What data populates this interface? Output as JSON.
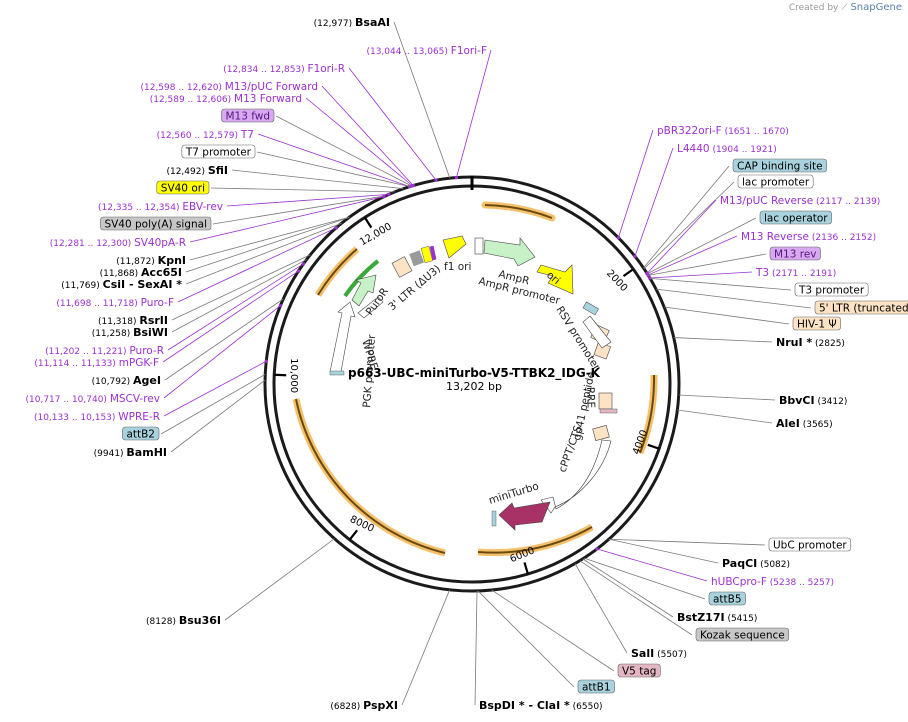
{
  "app": {
    "credit_prefix": "Created by",
    "credit_brand": "SnapGene"
  },
  "plasmid": {
    "name": "p663-UBC-miniTurbo-V5-TTBK2_IDG-K",
    "length_label": "13,202 bp",
    "length": 13202
  },
  "ticks": [
    {
      "label": "2000",
      "pos": 2000
    },
    {
      "label": "4000",
      "pos": 4000
    },
    {
      "label": "6000",
      "pos": 6000
    },
    {
      "label": "8000",
      "pos": 8000
    },
    {
      "label": "10,000",
      "pos": 10000
    },
    {
      "label": "12,000",
      "pos": 12000
    }
  ],
  "colors": {
    "primer": "#9b30d0",
    "enzyme": "#000000",
    "feature_gray": "#c7c7c7",
    "feature_yellow": "#ffff00",
    "feature_orange": "#fde3c5",
    "feature_purple": "#d6a9f0",
    "feature_teal": "#a8d2dd",
    "feature_pink": "#e2b6c3",
    "orf_orange": "#f0a020",
    "green": "#c7f2c7",
    "maroon": "#a83265"
  },
  "labels": [
    {
      "pos": 12977,
      "coords": "(12,977)",
      "name": "BsaAI",
      "type": "enzyme"
    },
    {
      "pos": 13044,
      "coords": "(13,044 .. 13,065)",
      "name": "F1ori-F",
      "type": "primer"
    },
    {
      "pos": 12834,
      "coords": "(12,834 .. 12,853)",
      "name": "F1ori-R",
      "type": "primer"
    },
    {
      "pos": 12598,
      "coords": "(12,598 .. 12,620)",
      "name": "M13/pUC Forward",
      "type": "primer"
    },
    {
      "pos": 12589,
      "coords": "(12,589 .. 12,606)",
      "name": "M13 Forward",
      "type": "primer"
    },
    {
      "pos": 12580,
      "coords": "",
      "name": "M13 fwd",
      "type": "feature",
      "box": "purple"
    },
    {
      "pos": 12560,
      "coords": "(12,560 .. 12,579)",
      "name": "T7",
      "type": "primer"
    },
    {
      "pos": 12560,
      "coords": "",
      "name": "T7 promoter",
      "type": "feature",
      "box": "white"
    },
    {
      "pos": 12492,
      "coords": "(12,492)",
      "name": "SfiI",
      "type": "enzyme"
    },
    {
      "pos": 12400,
      "coords": "",
      "name": "SV40 ori",
      "type": "feature",
      "box": "yellow"
    },
    {
      "pos": 12335,
      "coords": "(12,335 .. 12,354)",
      "name": "EBV-rev",
      "type": "primer"
    },
    {
      "pos": 12300,
      "coords": "",
      "name": "SV40 poly(A) signal",
      "type": "feature",
      "box": "gray"
    },
    {
      "pos": 12281,
      "coords": "(12,281 .. 12,300)",
      "name": "SV40pA-R",
      "type": "primer"
    },
    {
      "pos": 11872,
      "coords": "(11,872)",
      "name": "KpnI",
      "type": "enzyme"
    },
    {
      "pos": 11868,
      "coords": "(11,868)",
      "name": "Acc65I",
      "type": "enzyme"
    },
    {
      "pos": 11769,
      "coords": "(11,769)",
      "name": "CsiI  -  SexAI *",
      "type": "enzyme"
    },
    {
      "pos": 11698,
      "coords": "(11,698 .. 11,718)",
      "name": "Puro-F",
      "type": "primer"
    },
    {
      "pos": 11318,
      "coords": "(11,318)",
      "name": "RsrII",
      "type": "enzyme"
    },
    {
      "pos": 11258,
      "coords": "(11,258)",
      "name": "BsiWI",
      "type": "enzyme"
    },
    {
      "pos": 11202,
      "coords": "(11,202 .. 11,221)",
      "name": "Puro-R",
      "type": "primer"
    },
    {
      "pos": 11114,
      "coords": "(11,114 .. 11,133)",
      "name": "mPGK-F",
      "type": "primer"
    },
    {
      "pos": 10792,
      "coords": "(10,792)",
      "name": "AgeI",
      "type": "enzyme"
    },
    {
      "pos": 10717,
      "coords": "(10,717 .. 10,740)",
      "name": "MSCV-rev",
      "type": "primer"
    },
    {
      "pos": 10133,
      "coords": "(10,133 .. 10,153)",
      "name": "WPRE-R",
      "type": "primer"
    },
    {
      "pos": 10000,
      "coords": "",
      "name": "attB2",
      "type": "feature",
      "box": "teal"
    },
    {
      "pos": 9941,
      "coords": "(9941)",
      "name": "BamHI",
      "type": "enzyme"
    },
    {
      "pos": 1651,
      "coords": "(1651 .. 1670)",
      "name": "pBR322ori-F",
      "type": "primer"
    },
    {
      "pos": 1904,
      "coords": "(1904 .. 1921)",
      "name": "L4440",
      "type": "primer"
    },
    {
      "pos": 2050,
      "coords": "",
      "name": "CAP binding site",
      "type": "feature",
      "box": "teal"
    },
    {
      "pos": 2060,
      "coords": "",
      "name": "lac promoter",
      "type": "feature",
      "box": "white"
    },
    {
      "pos": 2117,
      "coords": "(2117 .. 2139)",
      "name": "M13/pUC Reverse",
      "type": "primer"
    },
    {
      "pos": 2120,
      "coords": "",
      "name": "lac operator",
      "type": "feature",
      "box": "teal"
    },
    {
      "pos": 2136,
      "coords": "(2136 .. 2152)",
      "name": "M13 Reverse",
      "type": "primer"
    },
    {
      "pos": 2140,
      "coords": "",
      "name": "M13 rev",
      "type": "feature",
      "box": "purple"
    },
    {
      "pos": 2171,
      "coords": "(2171 .. 2191)",
      "name": "T3",
      "type": "primer"
    },
    {
      "pos": 2175,
      "coords": "",
      "name": "T3 promoter",
      "type": "feature",
      "box": "white"
    },
    {
      "pos": 2300,
      "coords": "",
      "name": "5' LTR (truncated)",
      "type": "feature",
      "box": "orange"
    },
    {
      "pos": 2500,
      "coords": "",
      "name": "HIV-1 Ψ",
      "type": "feature",
      "box": "orange"
    },
    {
      "pos": 2825,
      "coords": "(2825)",
      "name": "NruI *",
      "type": "enzyme"
    },
    {
      "pos": 3412,
      "coords": "(3412)",
      "name": "BbvCI",
      "type": "enzyme"
    },
    {
      "pos": 3565,
      "coords": "(3565)",
      "name": "AleI",
      "type": "enzyme"
    },
    {
      "pos": 5082,
      "coords": "",
      "name": "UbC promoter",
      "type": "feature",
      "box": "white"
    },
    {
      "pos": 5082,
      "coords": "(5082)",
      "name": "PaqCI",
      "type": "enzyme"
    },
    {
      "pos": 5238,
      "coords": "(5238 .. 5257)",
      "name": "hUBCpro-F",
      "type": "primer"
    },
    {
      "pos": 5400,
      "coords": "",
      "name": "attB5",
      "type": "feature",
      "box": "teal"
    },
    {
      "pos": 5415,
      "coords": "(5415)",
      "name": "BstZ17I",
      "type": "enzyme"
    },
    {
      "pos": 5450,
      "coords": "",
      "name": "Kozak sequence",
      "type": "feature",
      "box": "gray"
    },
    {
      "pos": 5507,
      "coords": "(5507)",
      "name": "SalI",
      "type": "enzyme"
    },
    {
      "pos": 6400,
      "coords": "",
      "name": "V5 tag",
      "type": "feature",
      "box": "pink"
    },
    {
      "pos": 6540,
      "coords": "",
      "name": "attB1",
      "type": "feature",
      "box": "teal"
    },
    {
      "pos": 6550,
      "coords": "(6550)",
      "name": "BspDI *  -  ClaI *",
      "type": "enzyme"
    },
    {
      "pos": 6828,
      "coords": "(6828)",
      "name": "PspXI",
      "type": "enzyme"
    },
    {
      "pos": 8128,
      "coords": "(8128)",
      "name": "Bsu36I",
      "type": "enzyme"
    }
  ],
  "inner_features": [
    {
      "label": "f1 ori"
    },
    {
      "label": "AmpR"
    },
    {
      "label": "AmpR promoter"
    },
    {
      "label": "ori"
    },
    {
      "label": "RSV promoter"
    },
    {
      "label": "RRE"
    },
    {
      "label": "gp41 peptide"
    },
    {
      "label": "cPPT/CTS"
    },
    {
      "label": "miniTurbo"
    },
    {
      "label": "WPRE"
    },
    {
      "label": "PGK promoter"
    },
    {
      "label": "PuroR"
    },
    {
      "label": "3' LTR (ΔU3)"
    }
  ]
}
